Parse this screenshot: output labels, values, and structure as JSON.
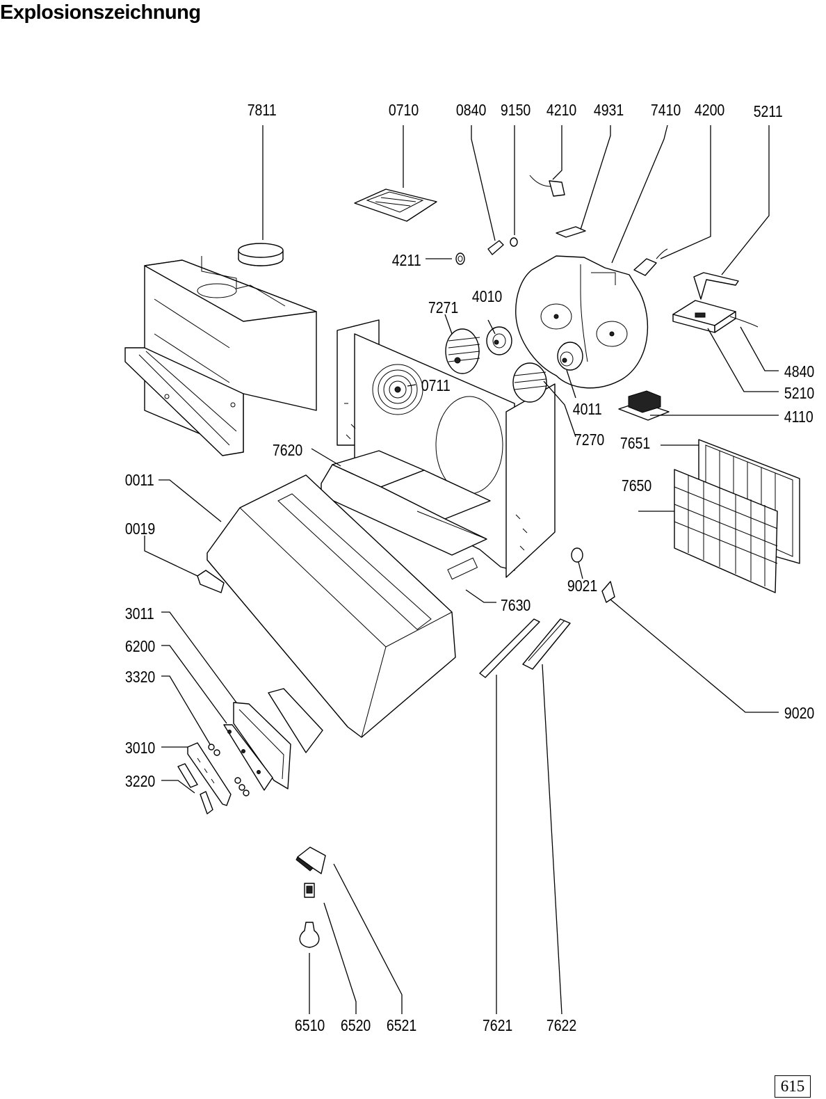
{
  "title": "Explosionszeichnung",
  "page_number": "615",
  "part_labels": [
    "7811",
    "0710",
    "0840",
    "9150",
    "4210",
    "4931",
    "7410",
    "4200",
    "5211",
    "4211",
    "7271",
    "4010",
    "0711",
    "4840",
    "5210",
    "4110",
    "4011",
    "7270",
    "7651",
    "7620",
    "0011",
    "7650",
    "0019",
    "9021",
    "7630",
    "3011",
    "6200",
    "9020",
    "3320",
    "3010",
    "3220",
    "6510",
    "6520",
    "6521",
    "7621",
    "7622"
  ]
}
